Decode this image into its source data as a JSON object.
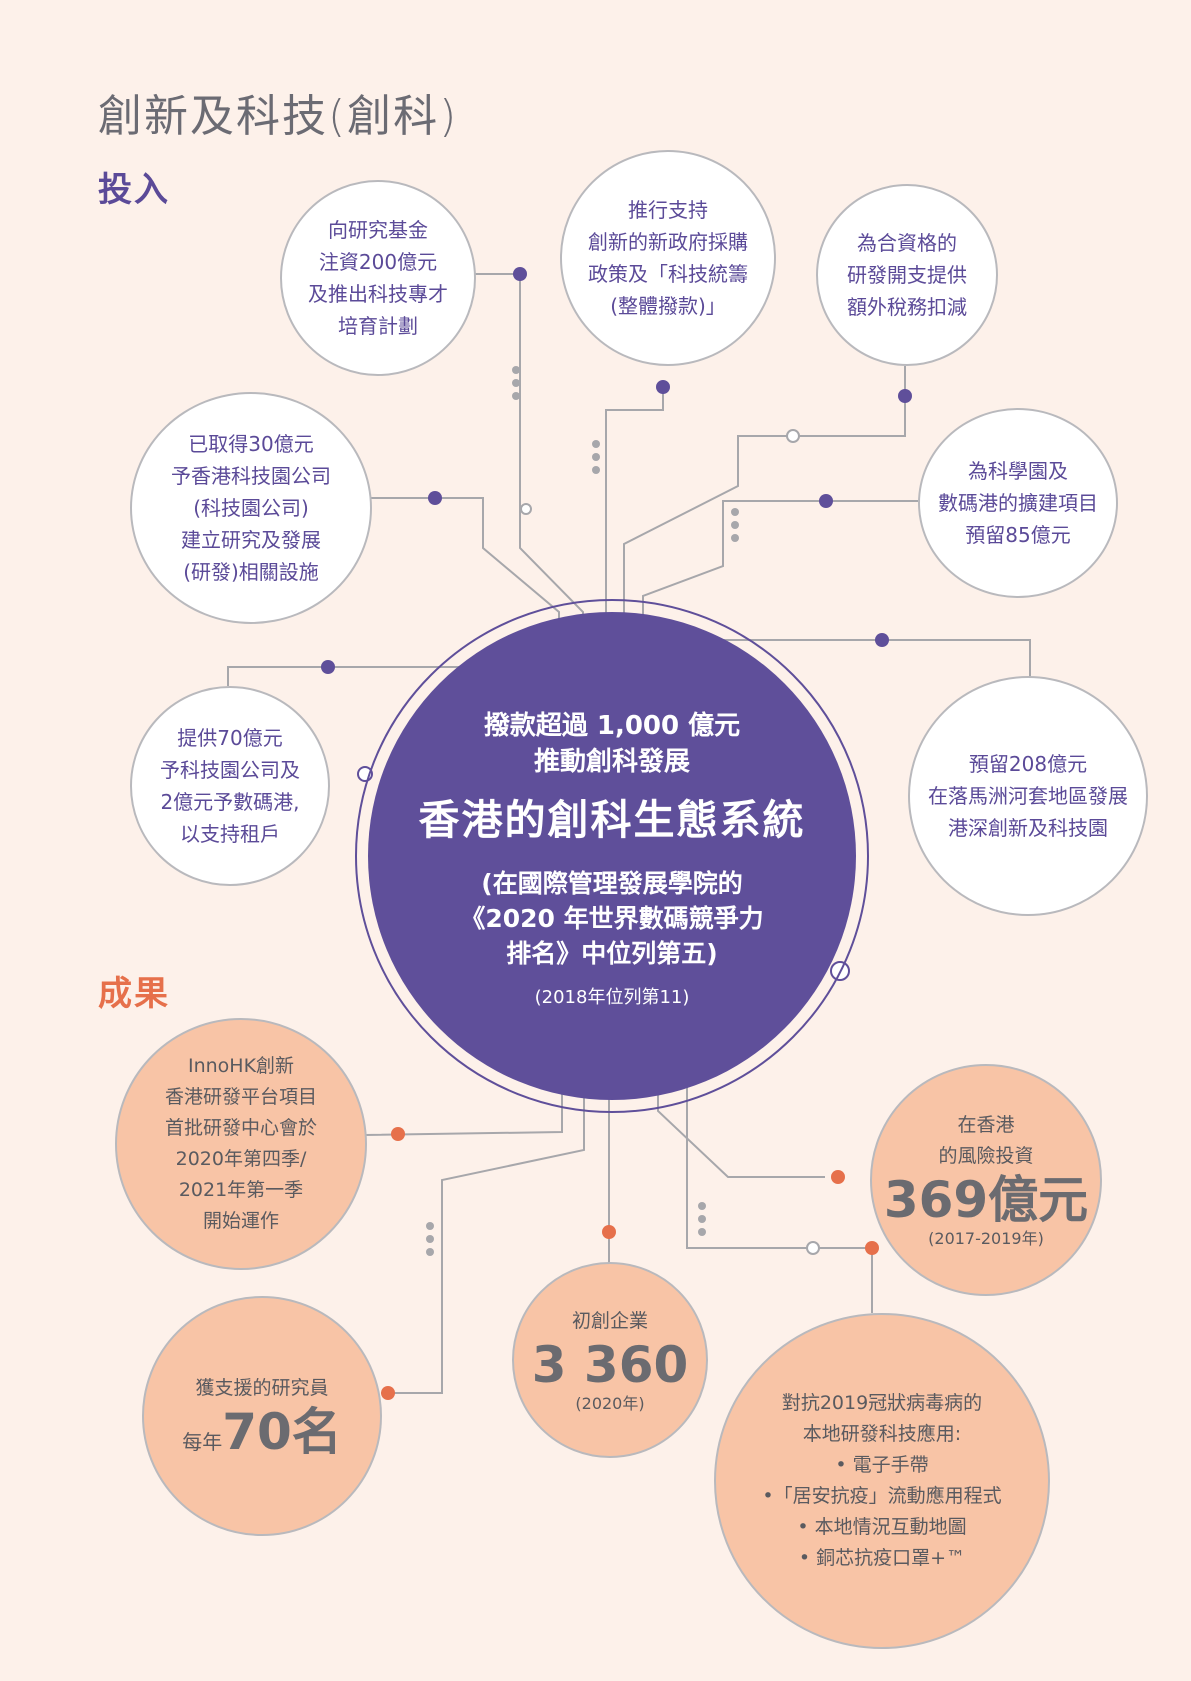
{
  "title": "創新及科技(創科)",
  "sections": {
    "input": "投入",
    "output": "成果"
  },
  "center": {
    "line1": "撥款超過 1,000 億元",
    "line2": "推動創科發展",
    "main": "香港的創科生態系統",
    "line3": "(在國際管理發展學院的",
    "line4": "《2020 年世界數碼競爭力",
    "line5": "排名》中位列第五)",
    "line6": "(2018年位列第11)"
  },
  "inputs": [
    {
      "lines": [
        "向研究基金",
        "注資200億元",
        "及推出科技專才",
        "培育計劃"
      ]
    },
    {
      "lines": [
        "推行支持",
        "創新的新政府採購",
        "政策及「科技統籌",
        "(整體撥款)」"
      ]
    },
    {
      "lines": [
        "為合資格的",
        "研發開支提供",
        "額外稅務扣減"
      ]
    },
    {
      "lines": [
        "已取得30億元",
        "予香港科技園公司",
        "(科技園公司)",
        "建立研究及發展",
        "(研發)相關設施"
      ]
    },
    {
      "lines": [
        "為科學園及",
        "數碼港的擴建項目",
        "預留85億元"
      ]
    },
    {
      "lines": [
        "提供70億元",
        "予科技園公司及",
        "2億元予數碼港,",
        "以支持租戶"
      ]
    },
    {
      "lines": [
        "預留208億元",
        "在落馬洲河套地區發展",
        "港深創新及科技園"
      ]
    }
  ],
  "outputs": {
    "innohk": {
      "lines": [
        "InnoHK創新",
        "香港研發平台項目",
        "首批研發中心會於",
        "2020年第四季/",
        "2021年第一季",
        "開始運作"
      ]
    },
    "venture": {
      "lines": [
        "在香港",
        "的風險投資"
      ],
      "figure": "369億元",
      "note": "(2017-2019年)"
    },
    "startups": {
      "label": "初創企業",
      "figure": "3 360",
      "note": "(2020年)"
    },
    "researchers": {
      "label": "獲支援的研究員",
      "prefix": "每年",
      "figure": "70名"
    },
    "covid": {
      "lines": [
        "對抗2019冠狀病毒病的",
        "本地研發科技應用:",
        "• 電子手帶",
        "•「居安抗疫」流動應用程式",
        "• 本地情況互動地圖",
        "• 銅芯抗疫口罩+™"
      ]
    }
  },
  "colors": {
    "purple": "#5f4f9a",
    "orange": "#e6704b",
    "peach": "#f8c4a6",
    "wire": "#a7a7ab",
    "background": "#fdf1ea"
  }
}
